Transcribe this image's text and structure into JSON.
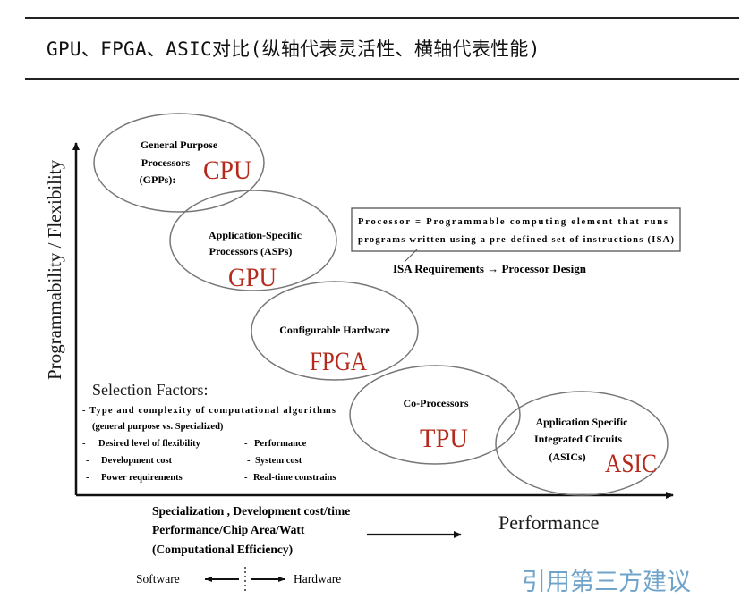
{
  "title": "GPU、FPGA、ASIC对比(纵轴代表灵活性、横轴代表性能)",
  "y_axis_label": "Programmability / Flexibility",
  "x_axis_label": "Performance",
  "nodes": {
    "gpp": {
      "lines": [
        "General Purpose",
        "Processors",
        "(GPPs):"
      ],
      "chip": "CPU"
    },
    "asp": {
      "lines": [
        "Application-Specific",
        "Processors (ASPs)"
      ],
      "chip": "GPU"
    },
    "cfg": {
      "lines": [
        "Configurable Hardware"
      ],
      "chip": "FPGA"
    },
    "cop": {
      "lines": [
        "Co-Processors"
      ],
      "chip": "TPU"
    },
    "asic": {
      "lines": [
        "Application Specific",
        "Integrated Circuits",
        "(ASICs)"
      ],
      "chip": "ASIC"
    }
  },
  "definition": {
    "line1": "Processor = Programmable computing element that runs",
    "line2": "programs written using a pre-defined set of instructions (ISA)",
    "requirement": "ISA Requirements → Processor Design"
  },
  "selection": {
    "heading": "Selection Factors:",
    "item1_line1": "- Type and complexity of computational algorithms",
    "item1_line2": "(general purpose vs. Specialized)",
    "left_items": [
      "Desired level of flexibility",
      "Development cost",
      "Power requirements"
    ],
    "right_items": [
      "Performance",
      "System cost",
      "Real-time constrains"
    ]
  },
  "bottom": {
    "line1": "Specialization , Development cost/time",
    "line2": "Performance/Chip Area/Watt",
    "line3": "(Computational Efficiency)",
    "software": "Software",
    "hardware": "Hardware"
  },
  "watermark": "引用第三方建议",
  "colors": {
    "chip": "#b52a1c",
    "watermark": "#6fa3c9",
    "ink": "#1a1a1a"
  }
}
